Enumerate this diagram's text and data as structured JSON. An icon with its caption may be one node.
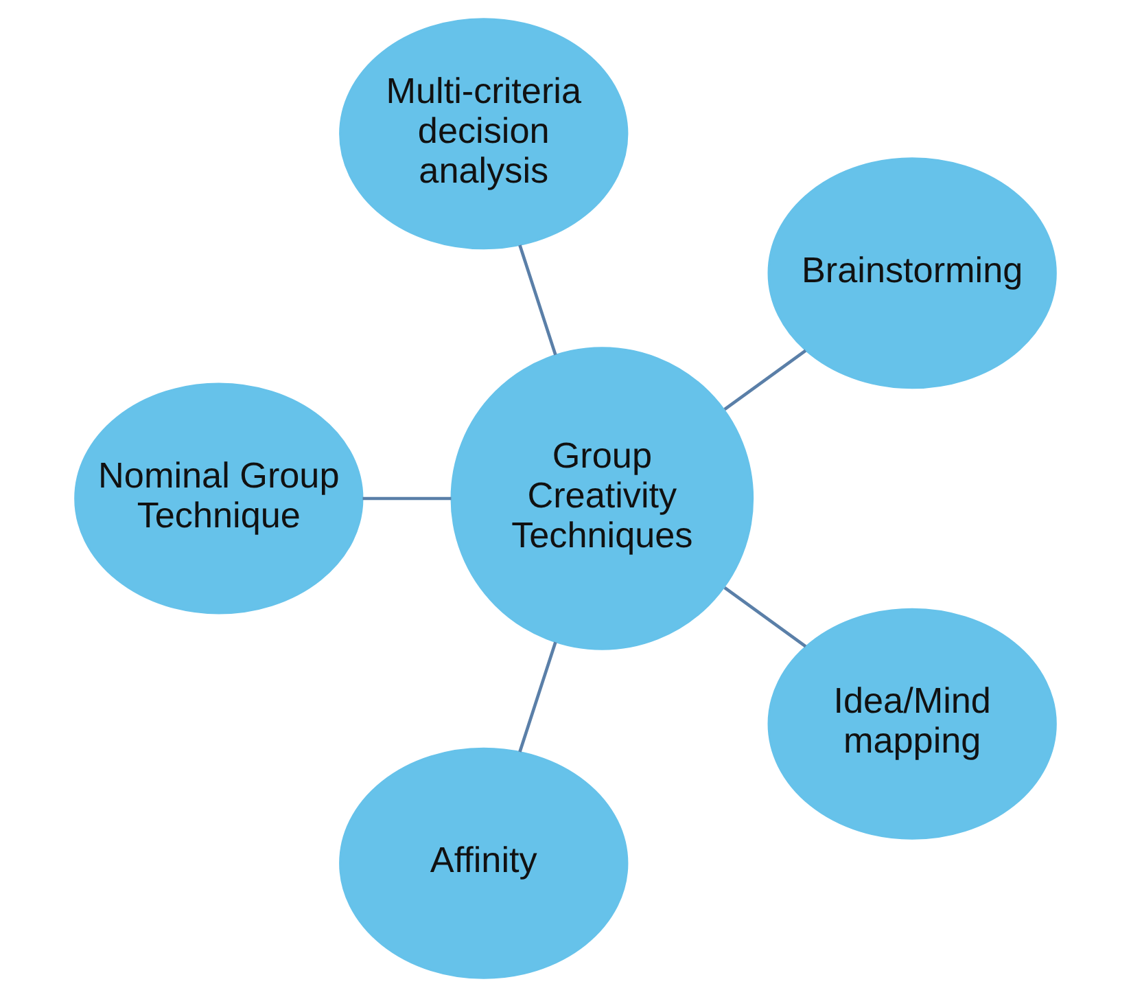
{
  "diagram": {
    "nodes": [
      {
        "text": [
          "Brainstorming"
        ]
      },
      {
        "text": [
          "Multi-criteria decision analysis"
        ]
      },
      {
        "text": [
          "Nominal Group Technique"
        ]
      },
      {
        "text": [
          "Group Creativity Techniques"
        ]
      },
      {
        "text": [
          "Affinity"
        ]
      },
      {
        "text": [
          "Idea/Mind mapping"
        ]
      }
    ],
    "edges": [
      {
        "from": 3,
        "to": 0,
        "arrow": "none"
      },
      {
        "from": 3,
        "to": 1,
        "arrow": "none"
      },
      {
        "from": 3,
        "to": 2,
        "arrow": "none"
      },
      {
        "from": 3,
        "to": 4,
        "arrow": "none"
      },
      {
        "from": 3,
        "to": 5,
        "arrow": "none"
      }
    ]
  }
}
